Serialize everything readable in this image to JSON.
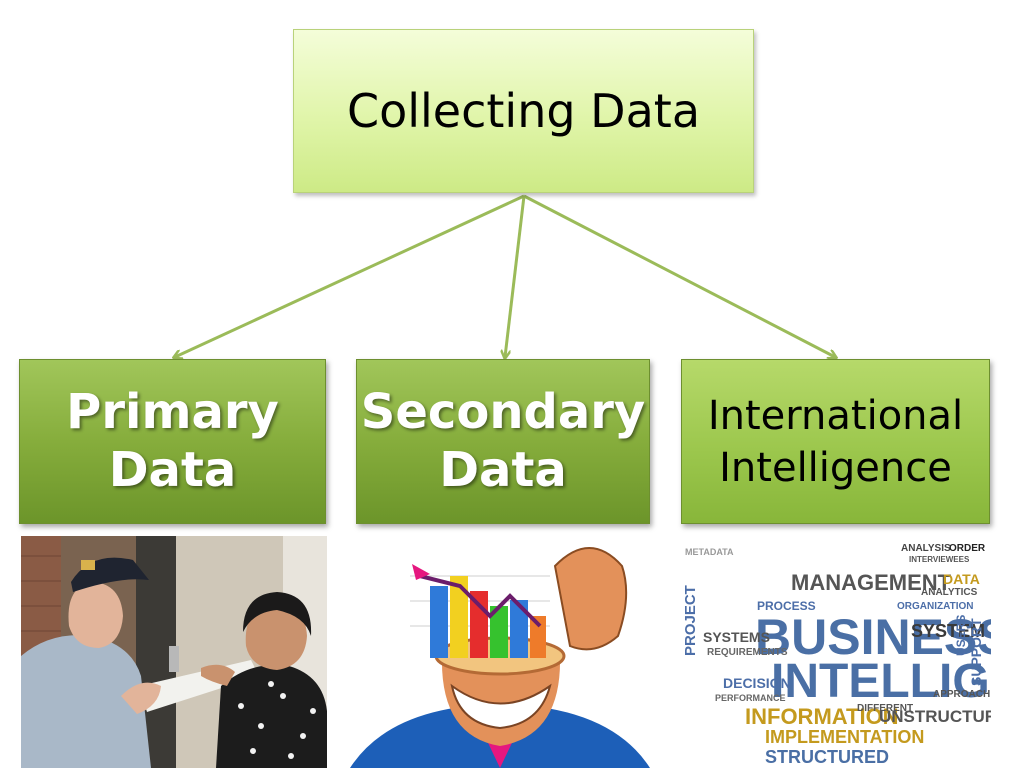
{
  "diagram": {
    "root": {
      "label": "Collecting Data"
    },
    "children": [
      {
        "line1": "Primary",
        "line2": "Data"
      },
      {
        "line1": "Secondary",
        "line2": "Data"
      },
      {
        "line1": "International",
        "line2": "Intelligence"
      }
    ]
  },
  "word_cloud": {
    "words": [
      "MANAGEMENT",
      "BUSINESS",
      "SYSTEM",
      "INTELLIGENCE",
      "INFORMATION",
      "IMPLEMENTATION",
      "STRUCTURED",
      "UNSTRUCTURED",
      "ANALYSIS",
      "ORDER",
      "ANALYTICS",
      "DATA",
      "PROJECT",
      "SUPPORT",
      "USERS",
      "DECISION",
      "PROCESS",
      "ORGANIZATION",
      "REQUIREMENTS",
      "SYSTEMS",
      "DIFFERENT",
      "PERFORMANCE",
      "INTERVIEWEES",
      "METADATA",
      "APPROACH"
    ]
  },
  "colors": {
    "root_fill": "#e0f5a9",
    "child_fill": "#86ad3c",
    "connector": "#9bbb59"
  }
}
